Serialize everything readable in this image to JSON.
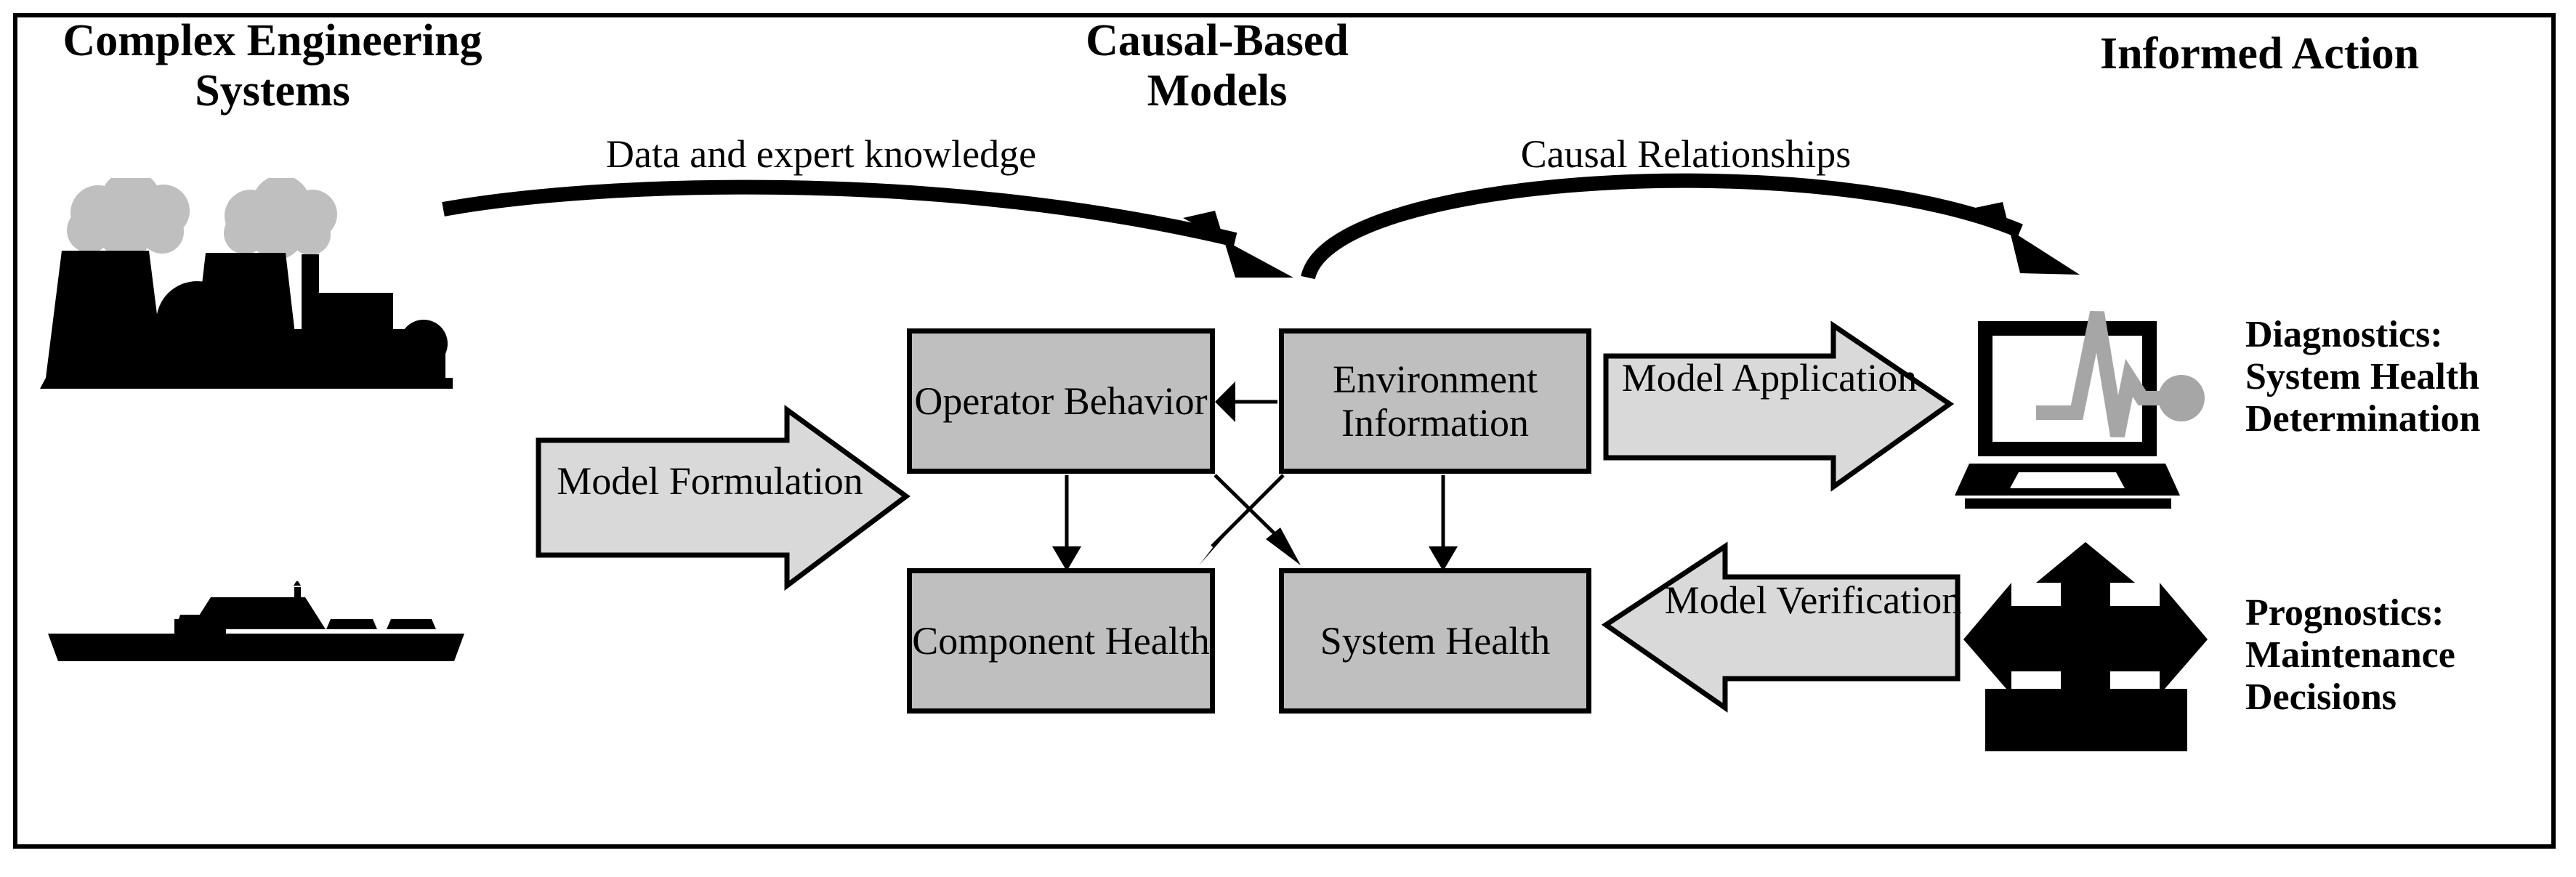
{
  "figure": {
    "title": "Causal-based modeling framework for complex engineering systems",
    "frame_color": "#000000",
    "background": "#ffffff"
  },
  "headings": {
    "left": "Complex Engineering\nSystems",
    "middle": "Causal-Based\nModels",
    "right": "Informed Action"
  },
  "flow_labels": {
    "data_expert": "Data and expert knowledge",
    "causal_relationships": "Causal Relationships"
  },
  "block_arrows": [
    {
      "id": "model-formulation",
      "label": "Model\nFormulation",
      "direction": "right",
      "fill": "#d9d9d9",
      "stroke": "#000000"
    },
    {
      "id": "model-application",
      "label": "Model\nApplication",
      "direction": "right",
      "fill": "#d9d9d9",
      "stroke": "#000000"
    },
    {
      "id": "model-verification",
      "label": "Model\nVerification",
      "direction": "left",
      "fill": "#d9d9d9",
      "stroke": "#000000"
    }
  ],
  "network": {
    "node_fill": "#bfbfbf",
    "node_stroke": "#000000",
    "nodes": [
      {
        "id": "operator-behavior",
        "label": "Operator\nBehavior"
      },
      {
        "id": "environment-information",
        "label": "Environment\nInformation"
      },
      {
        "id": "component-health",
        "label": "Component\nHealth"
      },
      {
        "id": "system-health",
        "label": "System\nHealth"
      }
    ],
    "edges": [
      {
        "from": "environment-information",
        "to": "operator-behavior"
      },
      {
        "from": "operator-behavior",
        "to": "component-health"
      },
      {
        "from": "operator-behavior",
        "to": "system-health"
      },
      {
        "from": "environment-information",
        "to": "component-health"
      },
      {
        "from": "environment-information",
        "to": "system-health"
      }
    ]
  },
  "outcomes": [
    {
      "id": "diagnostics",
      "icon": "laptop-ecg-icon",
      "label": "Diagnostics:\nSystem Health\nDetermination"
    },
    {
      "id": "prognostics",
      "icon": "three-way-arrow-icon",
      "label": "Prognostics:\nMaintenance\nDecisions"
    }
  ],
  "system_icons": [
    {
      "id": "power-plant",
      "icon": "power-plant-icon",
      "smoke_color": "#bfbfbf",
      "body_color": "#000000"
    },
    {
      "id": "naval-ship",
      "icon": "naval-ship-icon",
      "body_color": "#000000"
    }
  ]
}
